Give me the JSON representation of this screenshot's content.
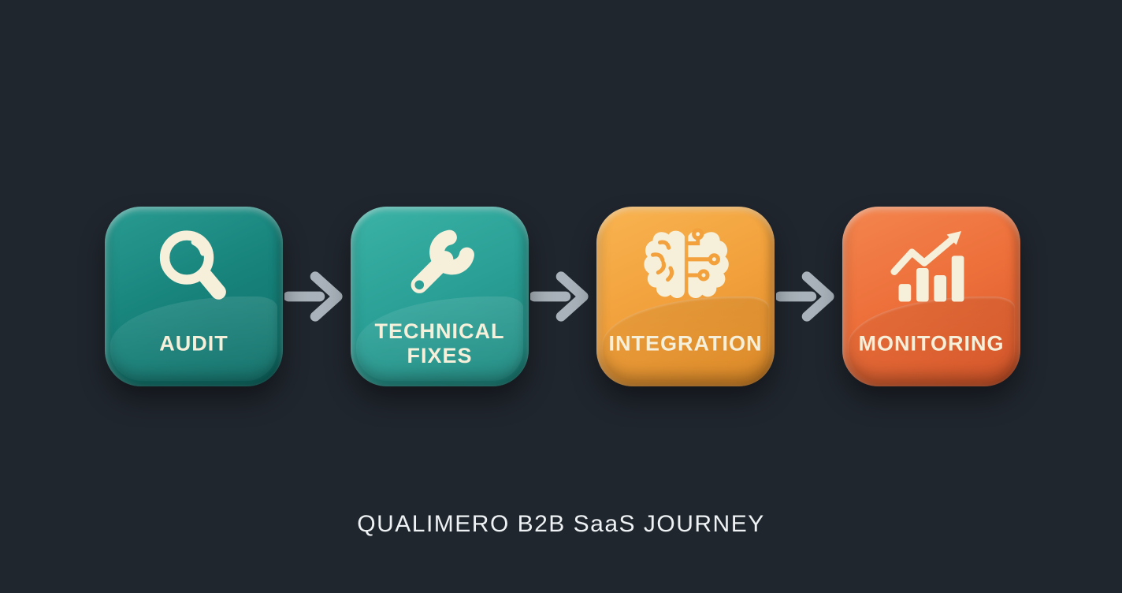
{
  "caption": {
    "text": "QUALIMERO B2B SaaS JOURNEY"
  },
  "steps": [
    {
      "label": "AUDIT",
      "icon": "search-icon",
      "colors": {
        "light": "#2a9c92",
        "base": "#17837b",
        "dark": "#0f6f68"
      }
    },
    {
      "label": "TECHNICAL FIXES",
      "icon": "wrench-icon",
      "colors": {
        "light": "#3cb3a6",
        "base": "#2aa096",
        "dark": "#1d887f"
      }
    },
    {
      "label": "INTEGRATION",
      "icon": "brain-circuit-icon",
      "colors": {
        "light": "#f8b451",
        "base": "#f2a13c",
        "dark": "#e18c28"
      }
    },
    {
      "label": "MONITORING",
      "icon": "growth-chart-icon",
      "colors": {
        "light": "#f4854e",
        "base": "#ed6f3a",
        "dark": "#d8572a"
      }
    }
  ],
  "colors": {
    "background": "#20262e",
    "arrow": "#a9b2ba",
    "icon": "#f6efda",
    "label": "#f6efda",
    "caption": "#eef2f4"
  }
}
